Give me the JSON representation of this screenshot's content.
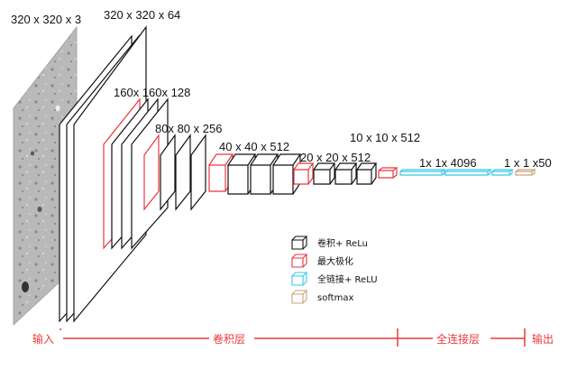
{
  "colors": {
    "conv": "#111111",
    "pool": "#e8383d",
    "fc": "#37c8ea",
    "softmax": "#c9a37a",
    "stage": "#e8383d"
  },
  "dimensions": {
    "input": "320 x 320 x 3",
    "conv1": "320 x 320 x 64",
    "conv2": "160x 160x 128",
    "conv3": "80x 80 x 256",
    "conv4": "40 x 40 x 512",
    "conv5": "20 x 20 x 512",
    "pool5": "10 x 10 x 512",
    "fc": "1x 1x 4096",
    "output": "1 x 1 x50"
  },
  "legend": {
    "conv_relu": "卷积+ ReLu",
    "max_pool": "最大极化",
    "fc_relu": "全链接+ ReLU",
    "softmax": "softmax"
  },
  "stages": {
    "input": "输入",
    "conv": "卷积层",
    "fc": "全连接层",
    "output": "输出"
  },
  "icons": {
    "input_image": "microscopy-image-icon"
  }
}
